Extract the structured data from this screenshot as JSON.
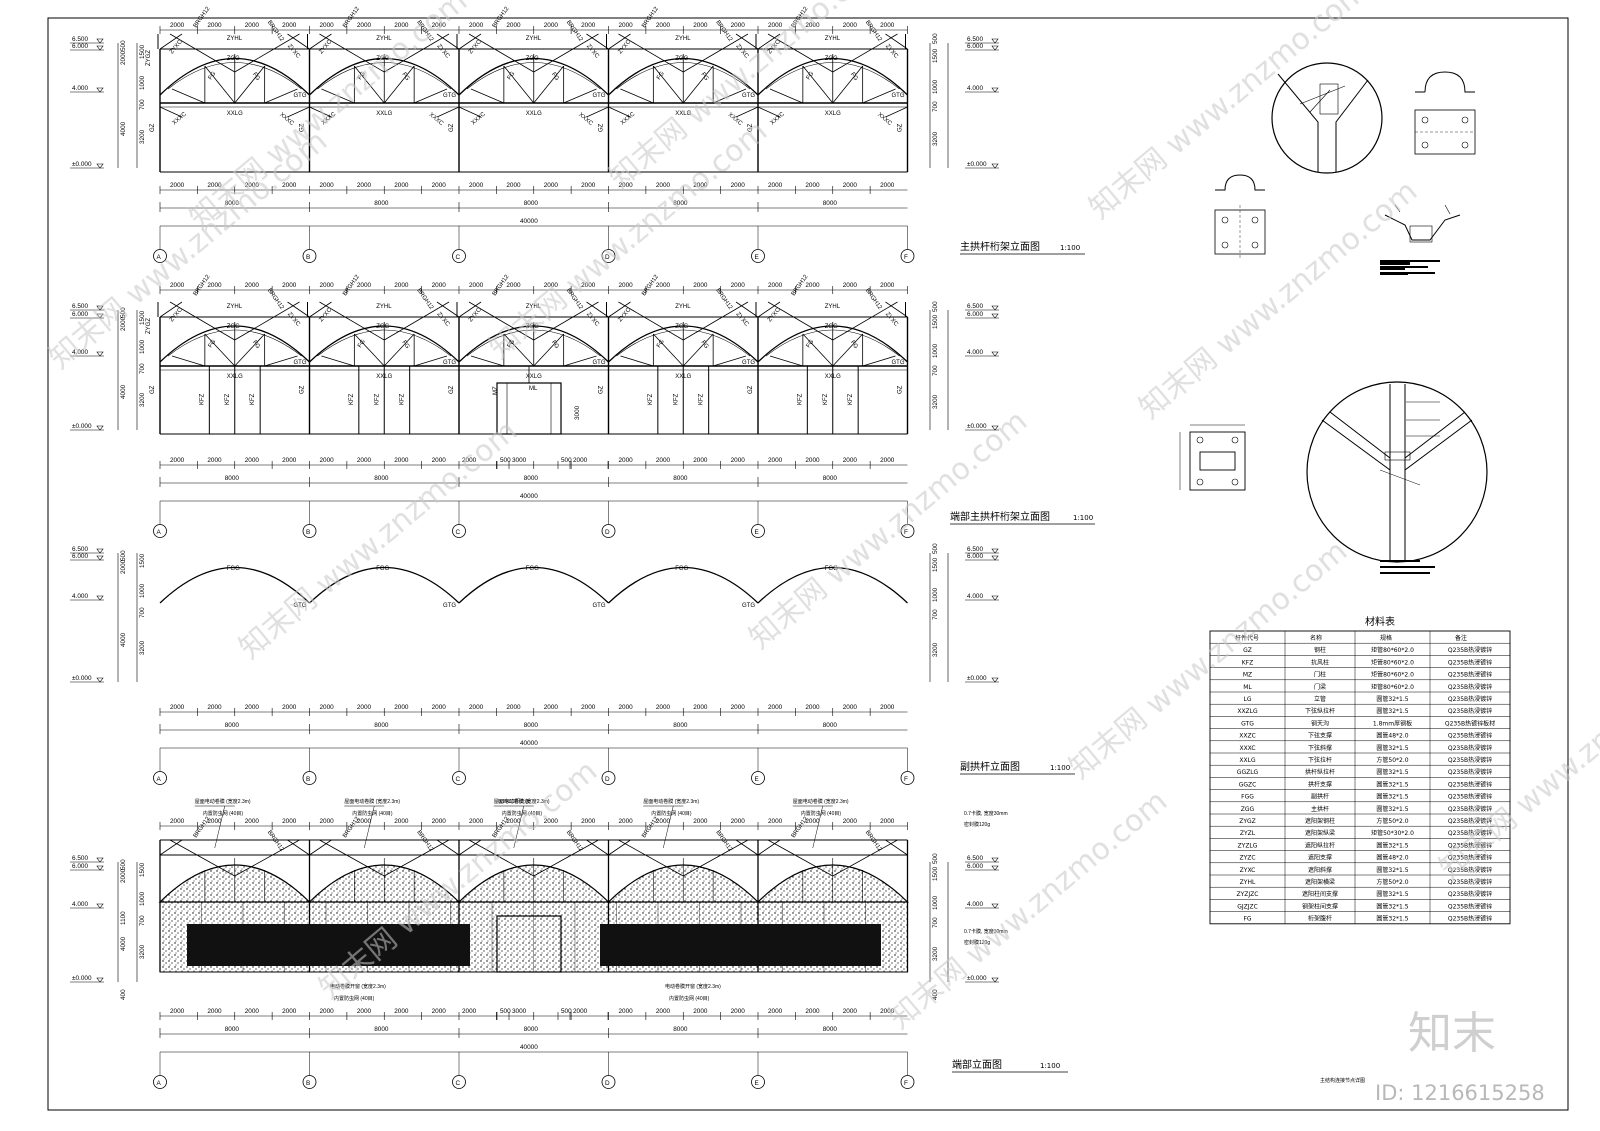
{
  "drawings": [
    {
      "title": "主拱杆桁架立面图",
      "scale": "1:100"
    },
    {
      "title": "端部主拱杆桁架立面图",
      "scale": "1:100"
    },
    {
      "title": "副拱杆立面图",
      "scale": "1:100"
    },
    {
      "title": "端部立面图",
      "scale": "1:100"
    }
  ],
  "axes": [
    "A",
    "B",
    "C",
    "D",
    "E",
    "F"
  ],
  "spans": {
    "bay": "8000",
    "half": "2000",
    "total": "40000",
    "door": [
      "2000",
      "500",
      "3000",
      "500",
      "2000"
    ]
  },
  "elevations": {
    "e65": "6.500",
    "e60": "6.000",
    "e40": "4.000",
    "e00": "±0.000"
  },
  "vertical_dims": {
    "left": [
      "500",
      "1500",
      "2000",
      "1000",
      "700",
      "100",
      "4000",
      "3200"
    ],
    "right": [
      "500",
      "1500",
      "1000",
      "1000",
      "700",
      "3200"
    ],
    "door_height": "3000",
    "bottom": "400",
    "mid": "1100"
  },
  "members": {
    "roof": [
      "ZYHL",
      "ZYXC",
      "ZGG",
      "FG",
      "GTG",
      "XXLG",
      "XXXC",
      "GZ",
      "ZYZ",
      "BRGH12",
      "ZYGZ"
    ],
    "end": [
      "KFZ",
      "MZ",
      "ML"
    ],
    "sub": [
      "FGG",
      "GTG"
    ]
  },
  "end_notes": {
    "curtain": "屋面电动卷膜 (宽度2.3m)",
    "net": "内置防虫网 (40目)",
    "board": "0.15CC阳光板",
    "film": "0.7卡膜, 宽度30mm",
    "film2": "密封膜120g",
    "side": "电动卷膜开窗 (宽度2.3m)",
    "side_net": "内置防虫网 (40目)"
  },
  "material_table": {
    "title": "材料表",
    "headers": [
      "杆件代号",
      "名称",
      "规格",
      "备注"
    ],
    "rows": [
      [
        "GZ",
        "钢柱",
        "矩管80*60*2.0",
        "Q235B热浸镀锌"
      ],
      [
        "KFZ",
        "抗风柱",
        "矩管80*60*2.0",
        "Q235B热浸镀锌"
      ],
      [
        "MZ",
        "门柱",
        "矩管80*60*2.0",
        "Q235B热浸镀锌"
      ],
      [
        "ML",
        "门梁",
        "矩管80*60*2.0",
        "Q235B热浸镀锌"
      ],
      [
        "LG",
        "立管",
        "圆管32*1.5",
        "Q235B热浸镀锌"
      ],
      [
        "XXZLG",
        "下弦纵拉杆",
        "圆管32*1.5",
        "Q235B热浸镀锌"
      ],
      [
        "GTG",
        "钢天沟",
        "1.8mm厚钢板",
        "Q235B热镀锌板材"
      ],
      [
        "XXZC",
        "下弦支撑",
        "圆管48*2.0",
        "Q235B热浸镀锌"
      ],
      [
        "XXXC",
        "下弦斜撑",
        "圆管32*1.5",
        "Q235B热浸镀锌"
      ],
      [
        "XXLG",
        "下弦拉杆",
        "方管50*2.0",
        "Q235B热浸镀锌"
      ],
      [
        "GGZLG",
        "拱杆纵拉杆",
        "圆管32*1.5",
        "Q235B热浸镀锌"
      ],
      [
        "GGZC",
        "拱杆支撑",
        "圆管32*1.5",
        "Q235B热浸镀锌"
      ],
      [
        "FGG",
        "副拱杆",
        "圆管32*1.5",
        "Q235B热浸镀锌"
      ],
      [
        "ZGG",
        "主拱杆",
        "圆管32*1.5",
        "Q235B热浸镀锌"
      ],
      [
        "ZYGZ",
        "遮阳架钢柱",
        "方管50*2.0",
        "Q235B热浸镀锌"
      ],
      [
        "ZYZL",
        "遮阳架纵梁",
        "矩管50*30*2.0",
        "Q235B热浸镀锌"
      ],
      [
        "ZYZLG",
        "遮阳纵拉杆",
        "圆管32*1.5",
        "Q235B热浸镀锌"
      ],
      [
        "ZYZC",
        "遮阳支撑",
        "圆管48*2.0",
        "Q235B热浸镀锌"
      ],
      [
        "ZYXC",
        "遮阳斜撑",
        "圆管32*1.5",
        "Q235B热浸镀锌"
      ],
      [
        "ZYHL",
        "遮阳架横梁",
        "方管50*2.0",
        "Q235B热浸镀锌"
      ],
      [
        "ZYZJZC",
        "遮阳柱间支撑",
        "圆管32*1.5",
        "Q235B热浸镀锌"
      ],
      [
        "GJZJZC",
        "钢架柱间支撑",
        "圆管32*1.5",
        "Q235B热浸镀锌"
      ],
      [
        "FG",
        "桁架腹杆",
        "圆管32*1.5",
        "Q235B热浸镀锌"
      ]
    ]
  },
  "detail_note": "主结构连接节点详图",
  "watermark": {
    "text": "www.znzmo.com",
    "cn": "知末网",
    "logo": "知末",
    "id": "ID: 1216615258"
  }
}
